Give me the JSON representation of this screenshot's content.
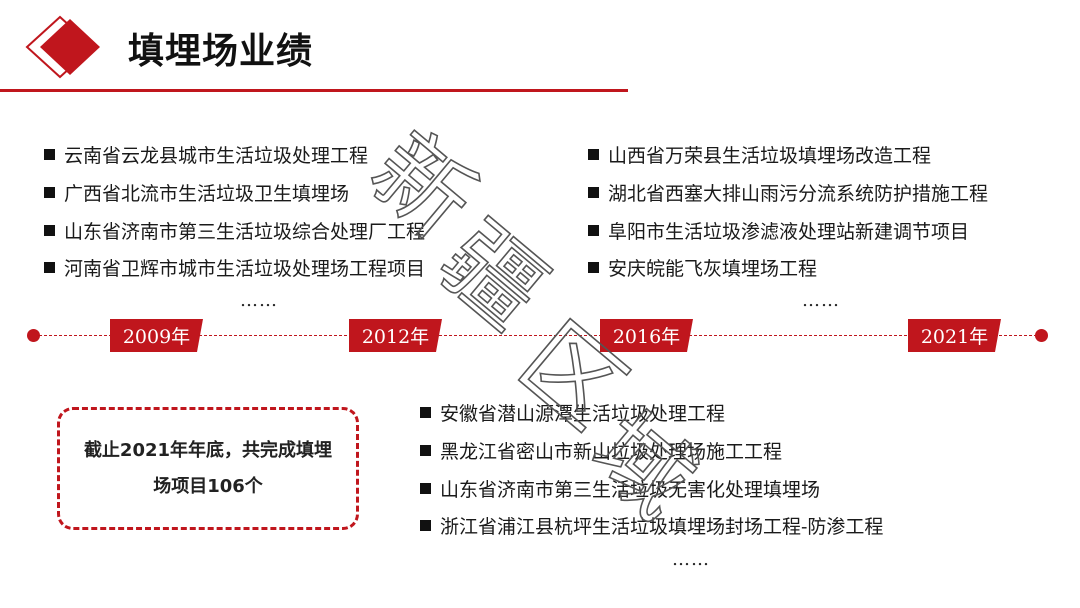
{
  "header": {
    "title": "填埋场业绩",
    "accent_color": "#c0161d",
    "logo_icon": "red-diamond-icon"
  },
  "top_left_projects": [
    "云南省云龙县城市生活垃圾处理工程",
    "广西省北流市生活垃圾卫生填埋场",
    "山东省济南市第三生活垃圾综合处理厂工程",
    "河南省卫辉市城市生活垃圾处理场工程项目"
  ],
  "top_right_projects": [
    "山西省万荣县生活垃圾填埋场改造工程",
    "湖北省西塞大排山雨污分流系统防护措施工程",
    "阜阳市生活垃圾渗滤液处理站新建调节项目",
    "安庆皖能飞灰填埋场工程"
  ],
  "bottom_projects": [
    "安徽省潜山源潭生活垃圾处理工程",
    "黑龙江省密山市新山垃圾处理场施工工程",
    "山东省济南市第三生活垃圾无害化处理填埋场",
    "浙江省浦江县杭坪生活垃圾填埋场封场工程-防渗工程"
  ],
  "ellipsis": "……",
  "timeline": {
    "years": [
      "2009年",
      "2012年",
      "2016年",
      "2021年"
    ]
  },
  "summary": {
    "text": "截止2021年年底，共完成填埋场项目106个"
  },
  "watermark": {
    "chars": [
      "新",
      "疆",
      "区",
      "域"
    ]
  }
}
